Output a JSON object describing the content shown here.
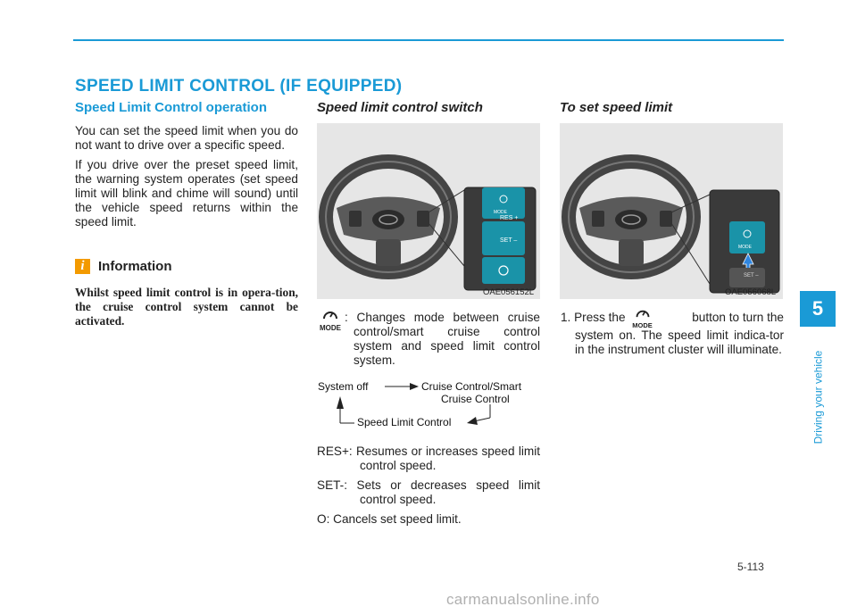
{
  "header": {
    "section_title": "SPEED LIMIT CONTROL (IF EQUIPPED)"
  },
  "col1": {
    "heading": "Speed Limit Control operation",
    "paragraphs": [
      "You can set the speed limit when you do not want to drive over a specific speed.",
      "If you drive over the preset speed limit, the warning system operates (set speed limit will blink and chime will sound) until the vehicle speed returns within the speed limit."
    ],
    "info": {
      "icon_letter": "i",
      "title": "Information",
      "text": "Whilst speed limit control is in opera-tion, the cruise control system cannot be activated."
    }
  },
  "col2": {
    "heading": "Speed limit control switch",
    "figure_code": "OAE056152L",
    "switch_labels": {
      "mode": "MODE",
      "res": "RES +",
      "set": "SET –",
      "cancel": "O"
    },
    "mode_icon_text": "MODE",
    "mode_desc": ": Changes mode between cruise control/smart cruise control system and speed limit control system.",
    "diagram": {
      "system_off": "System off",
      "cruise_line1": "Cruise Control/Smart",
      "cruise_line2": "Cruise Control",
      "speed_limit": "Speed Limit Control"
    },
    "defs": [
      "RES+: Resumes or increases speed limit control speed.",
      "SET-: Sets or decreases speed limit control speed.",
      "O: Cancels set speed limit."
    ]
  },
  "col3": {
    "heading": "To set speed limit",
    "figure_code": "OAE056068L",
    "switch_labels": {
      "mode": "MODE",
      "set": "SET –"
    },
    "step_prefix": "1. Press the",
    "mode_icon_text": "MODE",
    "step_rest_1": "button to turn the",
    "step_rest_2": "system on. The speed limit indica-tor in the instrument cluster will illuminate."
  },
  "side": {
    "chapter_number": "5",
    "chapter_label": "Driving your vehicle"
  },
  "footer": {
    "page_number": "5-113",
    "watermark": "carmanualsonline.info"
  },
  "colors": {
    "accent": "#1a9ad6",
    "info": "#f39a00",
    "switch": "#1a93a8"
  }
}
